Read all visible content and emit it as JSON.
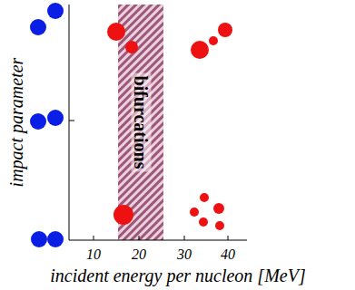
{
  "diagram": {
    "nodes": [
      {
        "text": [
          "bifurcations"
        ]
      }
    ],
    "labels": [
      "impact parameter",
      "incident energy per nucleon [MeV]",
      "10",
      "20",
      "30",
      "40"
    ]
  }
}
